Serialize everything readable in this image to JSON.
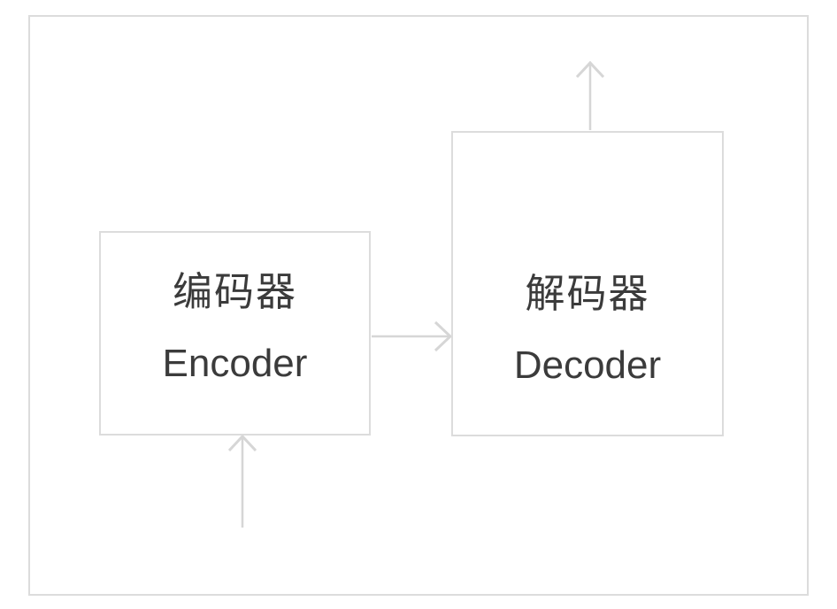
{
  "diagram": {
    "type": "flow-diagram",
    "nodes": [
      {
        "id": "encoder",
        "label_zh": "编码器",
        "label_en": "Encoder"
      },
      {
        "id": "decoder",
        "label_zh": "解码器",
        "label_en": "Decoder"
      }
    ],
    "arrows": [
      {
        "id": "encoder-input-arrow",
        "from": "outside-bottom",
        "to": "encoder",
        "direction": "up"
      },
      {
        "id": "encoder-to-decoder-arrow",
        "from": "encoder",
        "to": "decoder",
        "direction": "right"
      },
      {
        "id": "decoder-output-arrow",
        "from": "decoder",
        "to": "outside-top",
        "direction": "up"
      }
    ]
  },
  "colors": {
    "frame_border": "#dcdcdc",
    "box_border": "#dcdcdc",
    "arrow": "#d6d6d6",
    "text": "#3b3b3b",
    "background": "#ffffff"
  }
}
